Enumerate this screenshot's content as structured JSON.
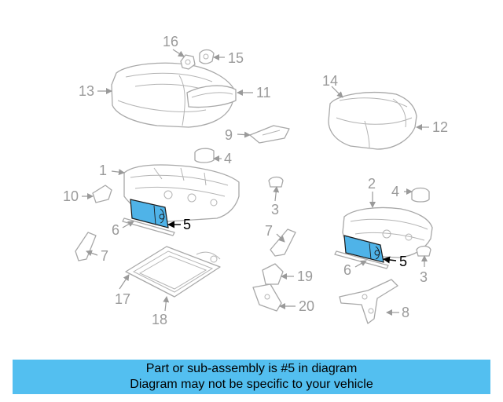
{
  "callouts": {
    "c1": "1",
    "c2": "2",
    "c3a": "3",
    "c3b": "3",
    "c4a": "4",
    "c4b": "4",
    "c5a": "5",
    "c5b": "5",
    "c6a": "6",
    "c6b": "6",
    "c7a": "7",
    "c7b": "7",
    "c8": "8",
    "c9": "9",
    "c10": "10",
    "c11": "11",
    "c12": "12",
    "c13": "13",
    "c14": "14",
    "c15": "15",
    "c16": "16",
    "c17": "17",
    "c18": "18",
    "c19": "19",
    "c20": "20"
  },
  "highlight_color": "#4fb3e8",
  "banner": {
    "line1": "Part or sub-assembly is #5 in diagram",
    "line2": "Diagram may not be specific to your vehicle",
    "color": "#53bff0"
  }
}
